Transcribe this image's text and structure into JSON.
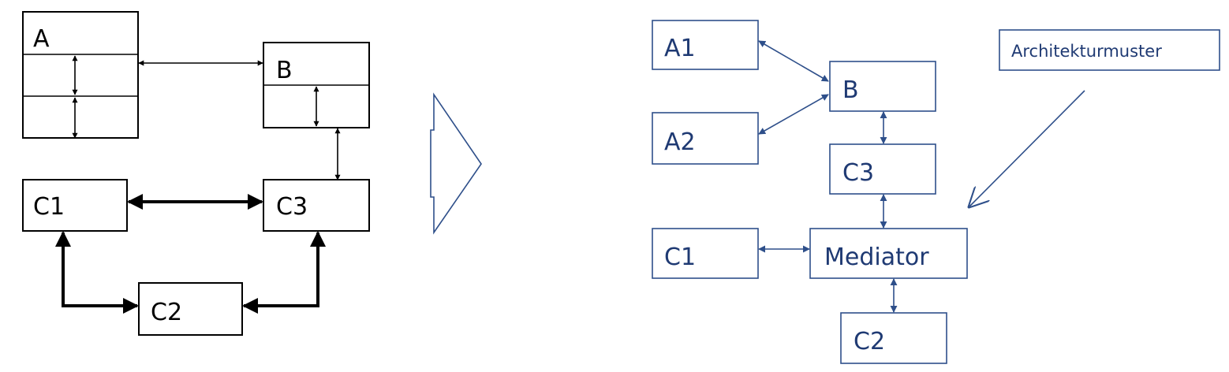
{
  "left": {
    "box_a": "A",
    "box_b": "B",
    "box_c1": "C1",
    "box_c2": "C2",
    "box_c3": "C3"
  },
  "right": {
    "box_a1": "A1",
    "box_a2": "A2",
    "box_b": "B",
    "box_c3": "C3",
    "box_mediator": "Mediator",
    "box_c1": "C1",
    "box_c2": "C2",
    "note": "Architekturmuster"
  },
  "colors": {
    "left_stroke": "#000000",
    "right_stroke": "#2e4f8a",
    "right_text": "#1f3a73"
  }
}
